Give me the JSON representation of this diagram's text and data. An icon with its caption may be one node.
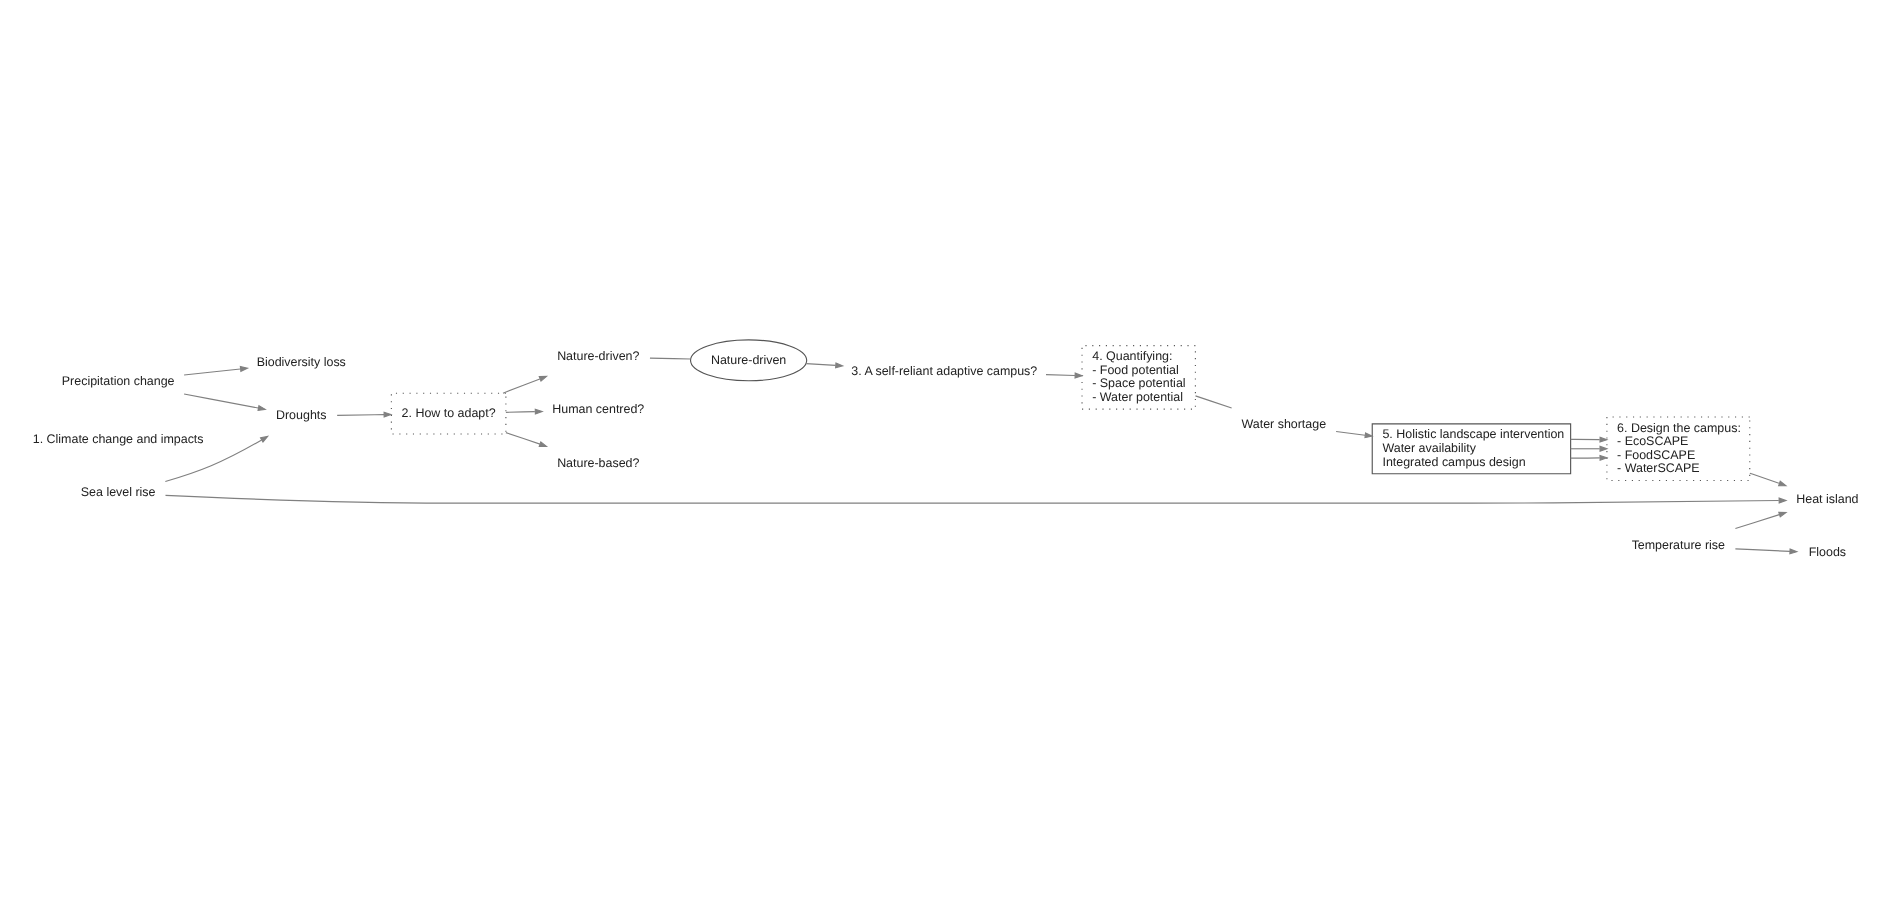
{
  "diagram": {
    "nodes": [
      {
        "text": [
          "Sea level rise"
        ]
      },
      {
        "text": [
          "Temperature rise"
        ]
      },
      {
        "text": [
          "Precipitation change"
        ]
      },
      {
        "text": [
          "Droughts"
        ]
      },
      {
        "text": [
          "Floods"
        ]
      },
      {
        "text": [
          "Heat island"
        ]
      },
      {
        "text": [
          "Biodiversity loss"
        ]
      },
      {
        "text": [
          "2. How to adapt?"
        ]
      },
      {
        "text": [
          "Human centred?"
        ]
      },
      {
        "text": [
          "Nature-based?"
        ]
      },
      {
        "text": [
          "Nature-driven?"
        ]
      },
      {
        "text": [
          "Nature-driven"
        ]
      },
      {
        "text": [
          "3. A self-reliant adaptive campus?"
        ]
      },
      {
        "text": [
          "4. Quantifying:",
          "- Food potential",
          "- Space potential",
          "- Water potential"
        ]
      },
      {
        "text": [
          "Water shortage"
        ]
      },
      {
        "text": [
          "5. Holistic landscape intervention",
          "Water availability",
          "Integrated campus design"
        ]
      },
      {
        "text": [
          "6. Design the campus:",
          "- EcoSCAPE",
          "- FoodSCAPE",
          "- WaterSCAPE"
        ]
      }
    ],
    "edges": [
      {
        "from": 0,
        "to": 3,
        "arrow": "to"
      },
      {
        "from": 0,
        "to": 5,
        "arrow": "to"
      },
      {
        "from": 1,
        "to": 4,
        "arrow": "to"
      },
      {
        "from": 1,
        "to": 5,
        "arrow": "to"
      },
      {
        "from": 2,
        "to": 3,
        "arrow": "to"
      },
      {
        "from": 2,
        "to": 6,
        "arrow": "to"
      },
      {
        "from": 3,
        "to": 7,
        "arrow": "to"
      },
      {
        "from": 7,
        "to": 8,
        "arrow": "to"
      },
      {
        "from": 7,
        "to": 9,
        "arrow": "to"
      },
      {
        "from": 7,
        "to": 10,
        "arrow": "to"
      },
      {
        "from": 10,
        "to": 11,
        "arrow": "none"
      },
      {
        "from": 11,
        "to": 12,
        "arrow": "to"
      },
      {
        "from": 12,
        "to": 13,
        "arrow": "to"
      },
      {
        "from": 13,
        "to": 14,
        "arrow": "none"
      },
      {
        "from": 14,
        "to": 15,
        "arrow": "to"
      },
      {
        "from": 15,
        "to": 16,
        "arrow": "to"
      },
      {
        "from": 15,
        "to": 16,
        "arrow": "to"
      },
      {
        "from": 15,
        "to": 16,
        "arrow": "to"
      },
      {
        "from": 16,
        "to": 5,
        "arrow": "to"
      }
    ],
    "labels": [
      "1. Climate change and impacts"
    ]
  }
}
